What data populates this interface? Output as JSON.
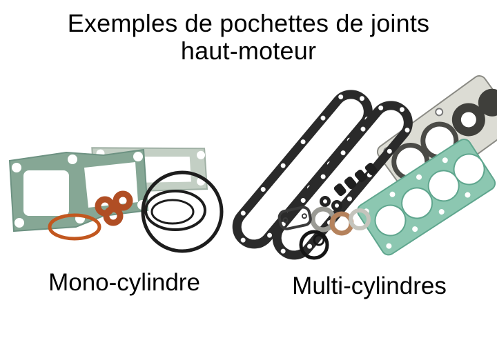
{
  "title": {
    "line1": "Exemples de pochettes de joints",
    "line2": "haut-moteur"
  },
  "captions": {
    "mono": "Mono-cylindre",
    "multi": "Multi-cylindres"
  },
  "colors": {
    "background": "#ffffff",
    "text": "#000000",
    "gasket_green": "#86a795",
    "gasket_light_green": "#c3cfc4",
    "gasket_teal": "#8cc7b1",
    "gasket_metal": "#dcdcd4",
    "copper_orange": "#c2571f",
    "rubber_black": "#1d1d1d"
  }
}
